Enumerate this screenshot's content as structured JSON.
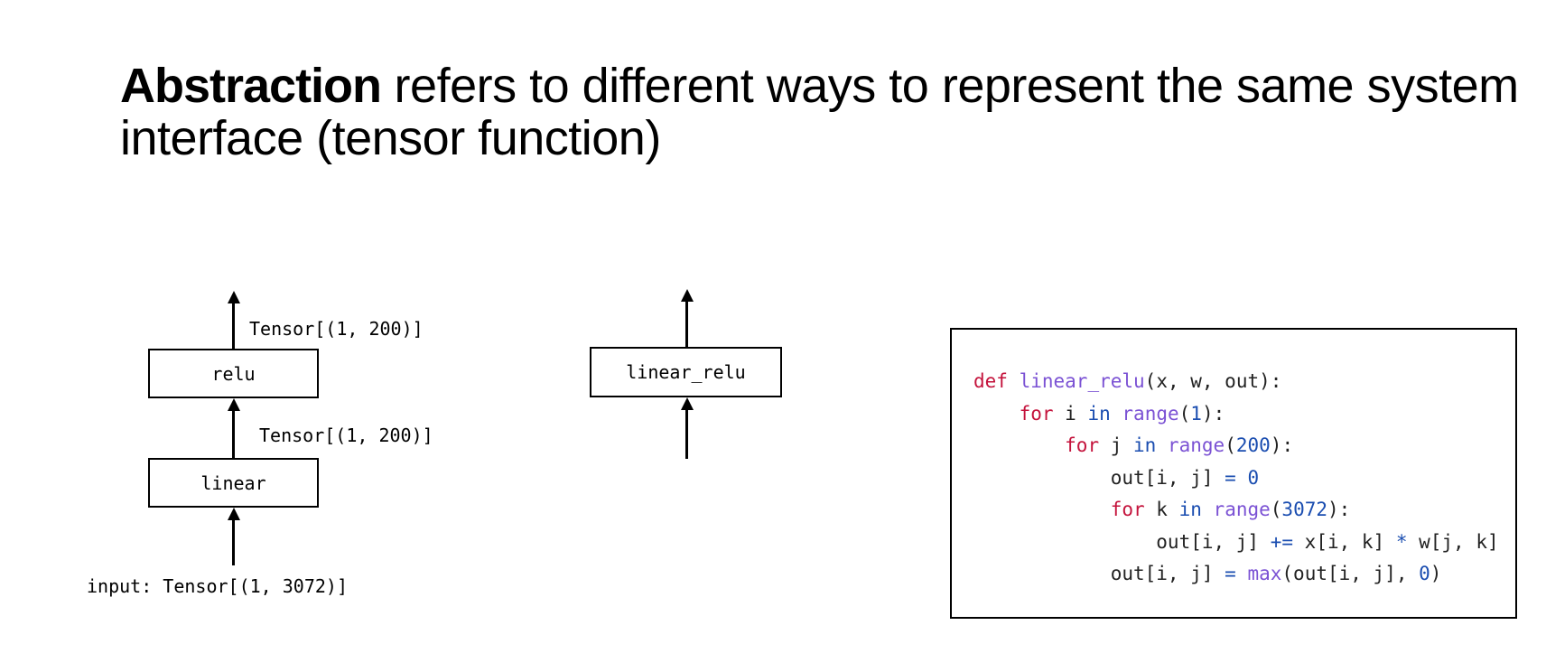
{
  "title": {
    "emphasis": "Abstraction",
    "rest": " refers to different ways to represent the same system interface (tensor function)"
  },
  "left_graph": {
    "relu_label": "relu",
    "linear_label": "linear",
    "relu_output_label": "Tensor[(1, 200)]",
    "linear_output_label": "Tensor[(1, 200)]",
    "input_label": "input: Tensor[(1, 3072)]"
  },
  "middle_graph": {
    "fused_label": "linear_relu"
  },
  "code": {
    "lines": [
      [
        {
          "t": "def",
          "c": "kw"
        },
        {
          "t": " ",
          "c": ""
        },
        {
          "t": "linear_relu",
          "c": "fn"
        },
        {
          "t": "(x, w, out):",
          "c": ""
        }
      ],
      [
        {
          "t": "    ",
          "c": ""
        },
        {
          "t": "for",
          "c": "kw"
        },
        {
          "t": " i ",
          "c": ""
        },
        {
          "t": "in",
          "c": "op"
        },
        {
          "t": " ",
          "c": ""
        },
        {
          "t": "range",
          "c": "fn"
        },
        {
          "t": "(",
          "c": ""
        },
        {
          "t": "1",
          "c": "num"
        },
        {
          "t": "):",
          "c": ""
        }
      ],
      [
        {
          "t": "        ",
          "c": ""
        },
        {
          "t": "for",
          "c": "kw"
        },
        {
          "t": " j ",
          "c": ""
        },
        {
          "t": "in",
          "c": "op"
        },
        {
          "t": " ",
          "c": ""
        },
        {
          "t": "range",
          "c": "fn"
        },
        {
          "t": "(",
          "c": ""
        },
        {
          "t": "200",
          "c": "num"
        },
        {
          "t": "):",
          "c": ""
        }
      ],
      [
        {
          "t": "            out[i, j] ",
          "c": ""
        },
        {
          "t": "=",
          "c": "op"
        },
        {
          "t": " ",
          "c": ""
        },
        {
          "t": "0",
          "c": "num"
        }
      ],
      [
        {
          "t": "            ",
          "c": ""
        },
        {
          "t": "for",
          "c": "kw"
        },
        {
          "t": " k ",
          "c": ""
        },
        {
          "t": "in",
          "c": "op"
        },
        {
          "t": " ",
          "c": ""
        },
        {
          "t": "range",
          "c": "fn"
        },
        {
          "t": "(",
          "c": ""
        },
        {
          "t": "3072",
          "c": "num"
        },
        {
          "t": "):",
          "c": ""
        }
      ],
      [
        {
          "t": "                out[i, j] ",
          "c": ""
        },
        {
          "t": "+=",
          "c": "op"
        },
        {
          "t": " x[i, k] ",
          "c": ""
        },
        {
          "t": "*",
          "c": "op"
        },
        {
          "t": " w[j, k]",
          "c": ""
        }
      ],
      [
        {
          "t": "            out[i, j] ",
          "c": ""
        },
        {
          "t": "=",
          "c": "op"
        },
        {
          "t": " ",
          "c": ""
        },
        {
          "t": "max",
          "c": "fn"
        },
        {
          "t": "(out[i, j], ",
          "c": ""
        },
        {
          "t": "0",
          "c": "num"
        },
        {
          "t": ")",
          "c": ""
        }
      ]
    ]
  }
}
